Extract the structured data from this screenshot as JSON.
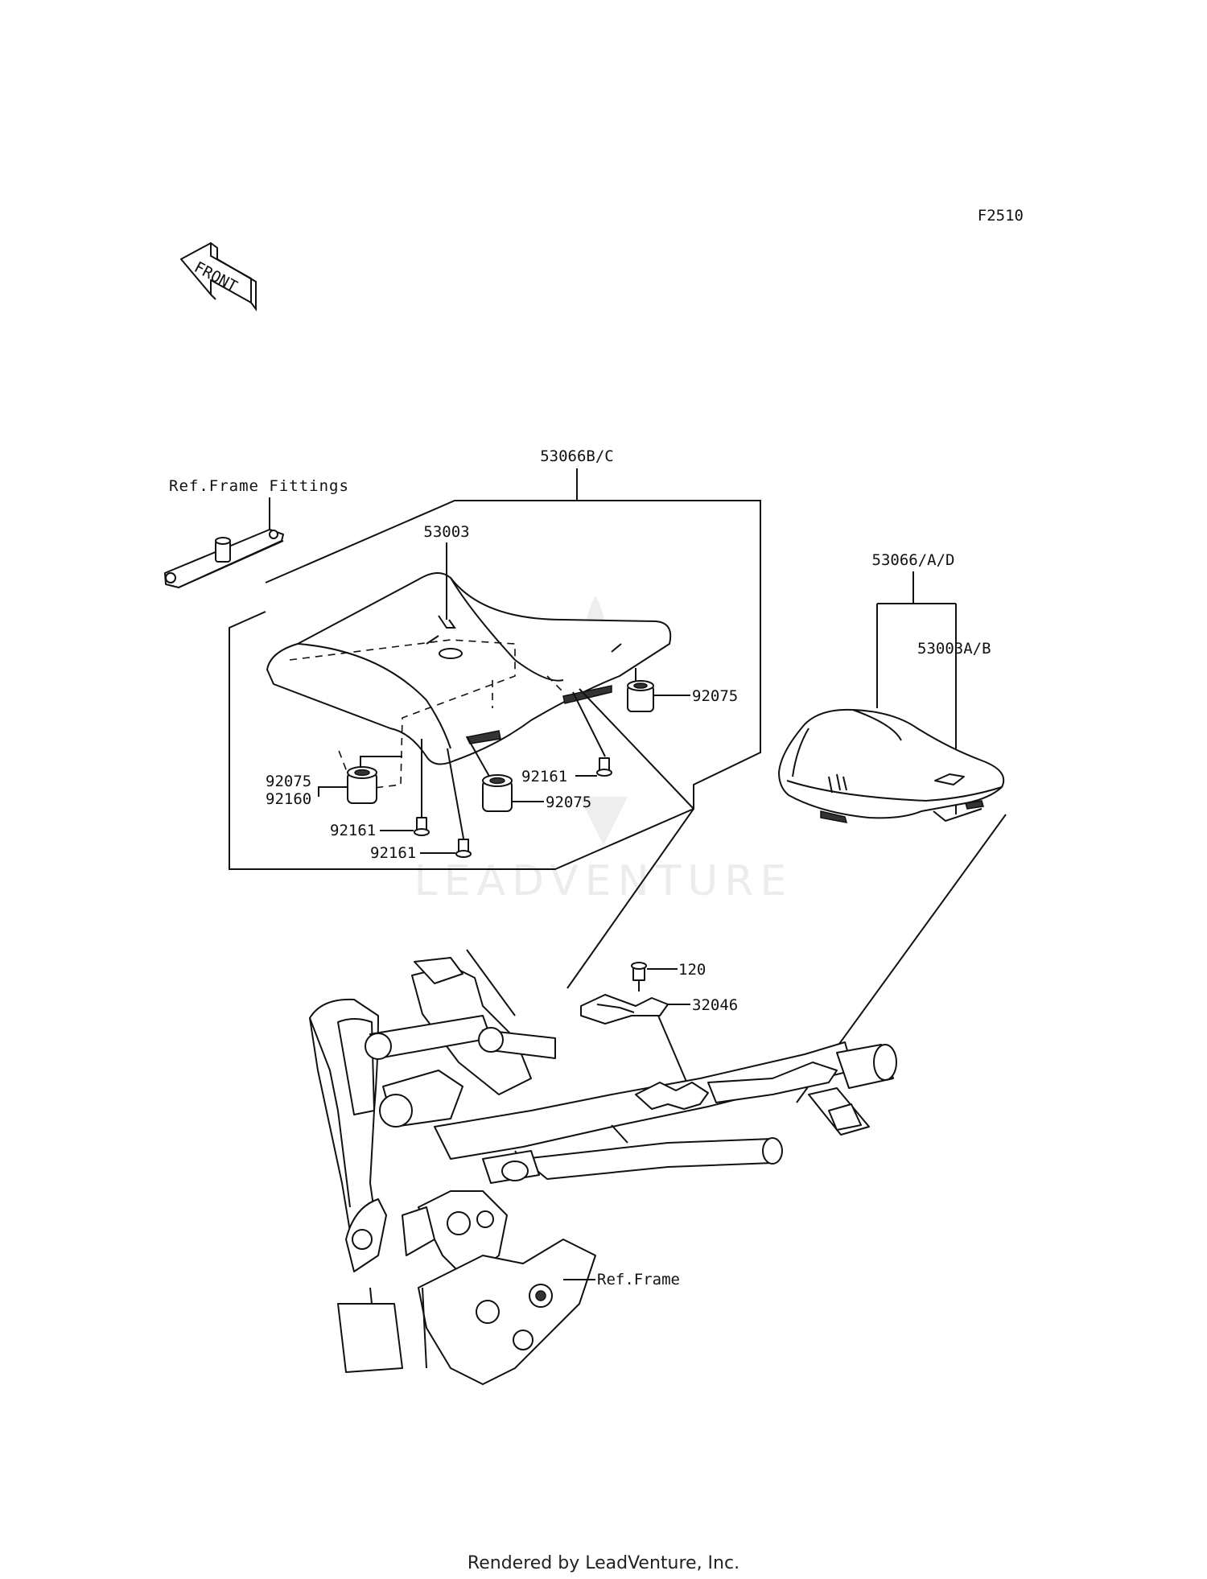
{
  "figure_id": "F2510",
  "front_arrow": "FRONT",
  "watermark": "LEADVENTURE",
  "labels": {
    "ref_frame_fittings": "Ref.Frame Fittings",
    "seat_assembly": "53066B/C",
    "seat_cover": "53003",
    "damper_right": "92075",
    "damper_left_a": "92075",
    "damper_left_b": "92160",
    "damper_mid": "92075",
    "bolt_right": "92161",
    "bolt_left_a": "92161",
    "bolt_left_b": "92161",
    "rear_seat_assembly": "53066/A/D",
    "rear_seat_cover": "53003A/B",
    "bolt_120": "120",
    "bracket": "32046",
    "ref_frame": "Ref.Frame"
  },
  "footer": "Rendered by LeadVenture, Inc."
}
